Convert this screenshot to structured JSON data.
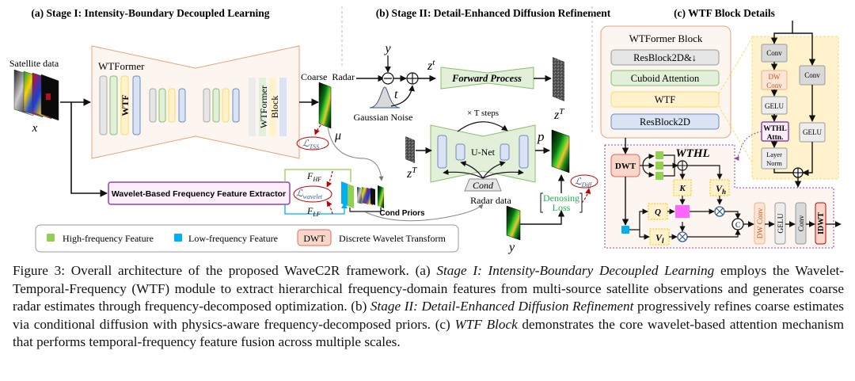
{
  "panels": {
    "a": {
      "title": "(a) Stage I: Intensity-Boundary Decoupled Learning"
    },
    "b": {
      "title": "(b) Stage II: Detail-Enhanced Diffusion Refinement"
    },
    "c": {
      "title": "(c) WTF Block Details"
    }
  },
  "stage1": {
    "satellite_label": "Satellite data",
    "x_label": "x",
    "wtformer_label": "WTFormer",
    "wtf_label": "WTF",
    "block_label_1": "WTFormer",
    "block_label_2": "Block",
    "coarse_radar_label": "Coarse  Radar",
    "mu_label": "μ",
    "loss_tss_main": "ℒ",
    "loss_tss_sub": "TSS",
    "extractor_label": "Wavelet-Based Frequency Feature Extractor",
    "fhf_main": "F",
    "fhf_sub": "HF",
    "flf_main": "F",
    "flf_sub": "LF",
    "loss_wavelet_main": "ℒ",
    "loss_wavelet_sub": "wavelet",
    "cond_priors_label": "Cond Priors"
  },
  "stage2": {
    "y_top_label": "y",
    "zt_main": "z",
    "zt_sup": "t",
    "t_label": "t",
    "gaussian_label": "Gaussian Noise",
    "forward_label": "Forward Process",
    "zT_main": "z",
    "zT_sup": "T",
    "tsteps_label": "× T steps",
    "unet_label": "U-Net",
    "cond_label": "Cond",
    "p_label": "p",
    "radar_data_label": "Radar data",
    "y_bottom_label": "y",
    "denoising_line1": "Denosing",
    "denoising_line2": "Loss",
    "loss_diff_main": "ℒ",
    "loss_diff_sub": "Diff"
  },
  "wtf_block": {
    "wtformer_block_title": "WTFormer Block",
    "layers": [
      "ResBlock2D&↓",
      "Cuboid Attention",
      "WTF",
      "ResBlock2D"
    ],
    "left_chain": [
      "Conv",
      "DW",
      "Conv",
      "GELU",
      "WTHL",
      "Attn.",
      "Layer",
      "Norm"
    ],
    "right_chain": [
      "Conv",
      "GELU"
    ],
    "wthl_title": "WTHL",
    "dwt_label": "DWT",
    "k_label": "K",
    "vh_main": "V",
    "vh_sub": "h",
    "q_label": "Q",
    "vl_main": "V",
    "vl_sub": "l",
    "concat_label": "C",
    "tail_chain": [
      "DW Conv",
      "GELU",
      "Conv",
      "IDWT"
    ]
  },
  "legend": {
    "items": [
      {
        "label": "High-frequency Feature",
        "color": "#92d050"
      },
      {
        "label": "Low-frequency Feature",
        "color": "#00b0f0"
      }
    ],
    "dwt_badge": "DWT",
    "dwt_label": "Discrete Wavelet Transform"
  },
  "caption": {
    "p1": "Figure 3: Overall architecture of the proposed WaveC2R framework. (a) ",
    "i1": "Stage I: Intensity-Boundary Decoupled Learning",
    "p2": " employs the Wavelet-Temporal-Frequency (WTF) module to extract hierarchical frequency-domain features from multi-source satellite observations and generates coarse radar estimates through frequency-decomposed optimization. (b) ",
    "i2": "Stage II: Detail-Enhanced Diffusion Refinement",
    "p3": " progressively refines coarse estimates via conditional diffusion with physics-aware frequency-decomposed priors. (c) ",
    "i3": "WTF Block",
    "p4": " demonstrates the core wavelet-based attention mechanism that performs temporal-frequency feature fusion across multiple scales."
  },
  "colors": {
    "peach_bg": "#fdf5ef",
    "peach_border": "#e8a27c",
    "green_fill": "#e2efd9",
    "green_border": "#8bbf6a",
    "yellow_fill": "#fff2cc",
    "yellow_border": "#ffd966",
    "blue_fill": "#dae3f3",
    "blue_border": "#6f8ac0",
    "gray_fill": "#e7e6e6",
    "purple": "#8e44ad",
    "red_dash": "#c00000",
    "loss_green": "#1fb24a"
  }
}
